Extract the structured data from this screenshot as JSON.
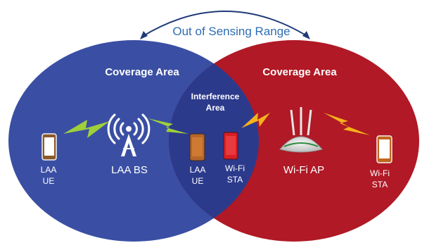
{
  "top_label": "Out of Sensing Range",
  "left_area": {
    "title": "Coverage Area"
  },
  "right_area": {
    "title": "Coverage Area"
  },
  "interference": {
    "line1": "Interference",
    "line2": "Area"
  },
  "laa_bs": {
    "label": "LAA BS"
  },
  "wifi_ap": {
    "label": "Wi-Fi AP"
  },
  "laa_ue_left": {
    "line1": "LAA",
    "line2": "UE"
  },
  "laa_ue_mid": {
    "line1": "LAA",
    "line2": "UE"
  },
  "wifi_sta_mid": {
    "line1": "Wi-Fi",
    "line2": "STA"
  },
  "wifi_sta_right": {
    "line1": "Wi-Fi",
    "line2": "STA"
  },
  "colors": {
    "laa_circle": "#3a4fa3",
    "wifi_circle": "#b01925",
    "overlap": "#2c3a8c",
    "laa_link": "#9fcf3a",
    "wifi_link": "#f5b21c",
    "arrow": "#1f3a78",
    "top_label_text": "#2e6db4"
  }
}
